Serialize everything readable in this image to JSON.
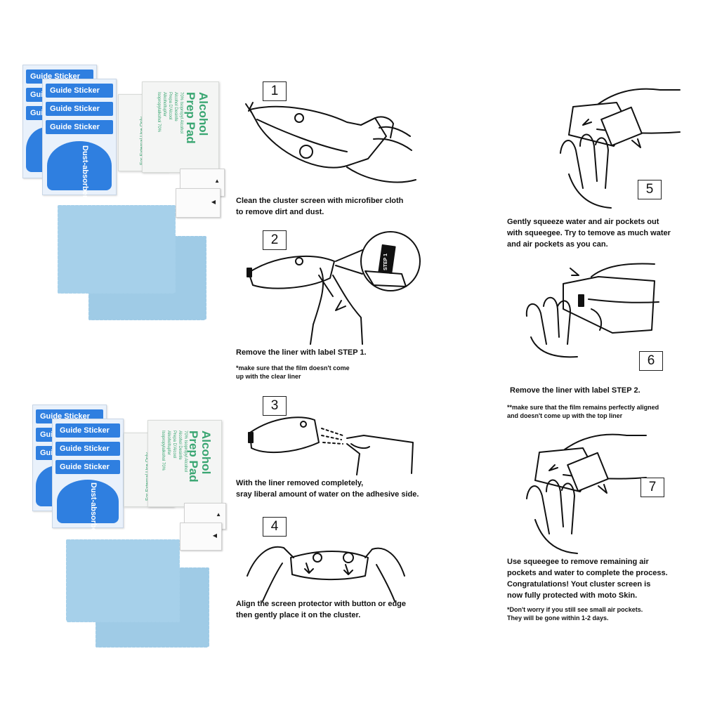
{
  "kit": {
    "guide_sticker_label": "Guide Sticker",
    "dust_absorber_label": "Dust-absorber",
    "pad_title_line1": "Alcohol",
    "pad_title_line2": "Prep Pad",
    "pad_small_lines": [
      "70% Isopropyl Alcohol",
      "Alcohol Desinfe",
      "Prepa D'Alcool",
      "Alkoholtupfer",
      "Isopropylalkohol 70%"
    ],
    "pad_external_use": "For External Use Only"
  },
  "steps": [
    {
      "number": "1",
      "caption": [
        "Clean the cluster screen with microfiber cloth",
        "to remove dirt and dust."
      ],
      "note": []
    },
    {
      "number": "2",
      "caption": [
        "Remove the liner with label STEP 1."
      ],
      "note": [
        "*make  sure that the film doesn't come",
        "up with the clear liner"
      ],
      "inset_label": "STEP 1"
    },
    {
      "number": "3",
      "caption": [
        "With the liner removed completely,",
        "sray liberal amount of water on the adhesive side."
      ],
      "note": []
    },
    {
      "number": "4",
      "caption": [
        "Align the screen protector with button or edge",
        "then gently place it on the cluster."
      ],
      "note": []
    },
    {
      "number": "5",
      "caption": [
        "Gently squeeze water and air pockets out",
        "with squeegee. Try to temove as much water",
        "and air pockets as you can."
      ],
      "note": []
    },
    {
      "number": "6",
      "caption": [
        "Remove the liner with label STEP 2."
      ],
      "note": [
        "**make  sure that the film remains perfectly aligned",
        "and doesn't come up with the top liner"
      ]
    },
    {
      "number": "7",
      "caption": [
        "Use squeegee to remove remaining air",
        "pockets and water to complete the process.",
        "Congratulations! Yout cluster screen is",
        "now fully protected with moto Skin."
      ],
      "note": [
        "*Don't worry if you still see small air pockets.",
        "They will be gone within 1-2 days."
      ]
    }
  ],
  "colors": {
    "sticker_blue": "#2f7fe0",
    "pad_green": "#3aa672",
    "cloth_blue": "#9fcbe6"
  }
}
